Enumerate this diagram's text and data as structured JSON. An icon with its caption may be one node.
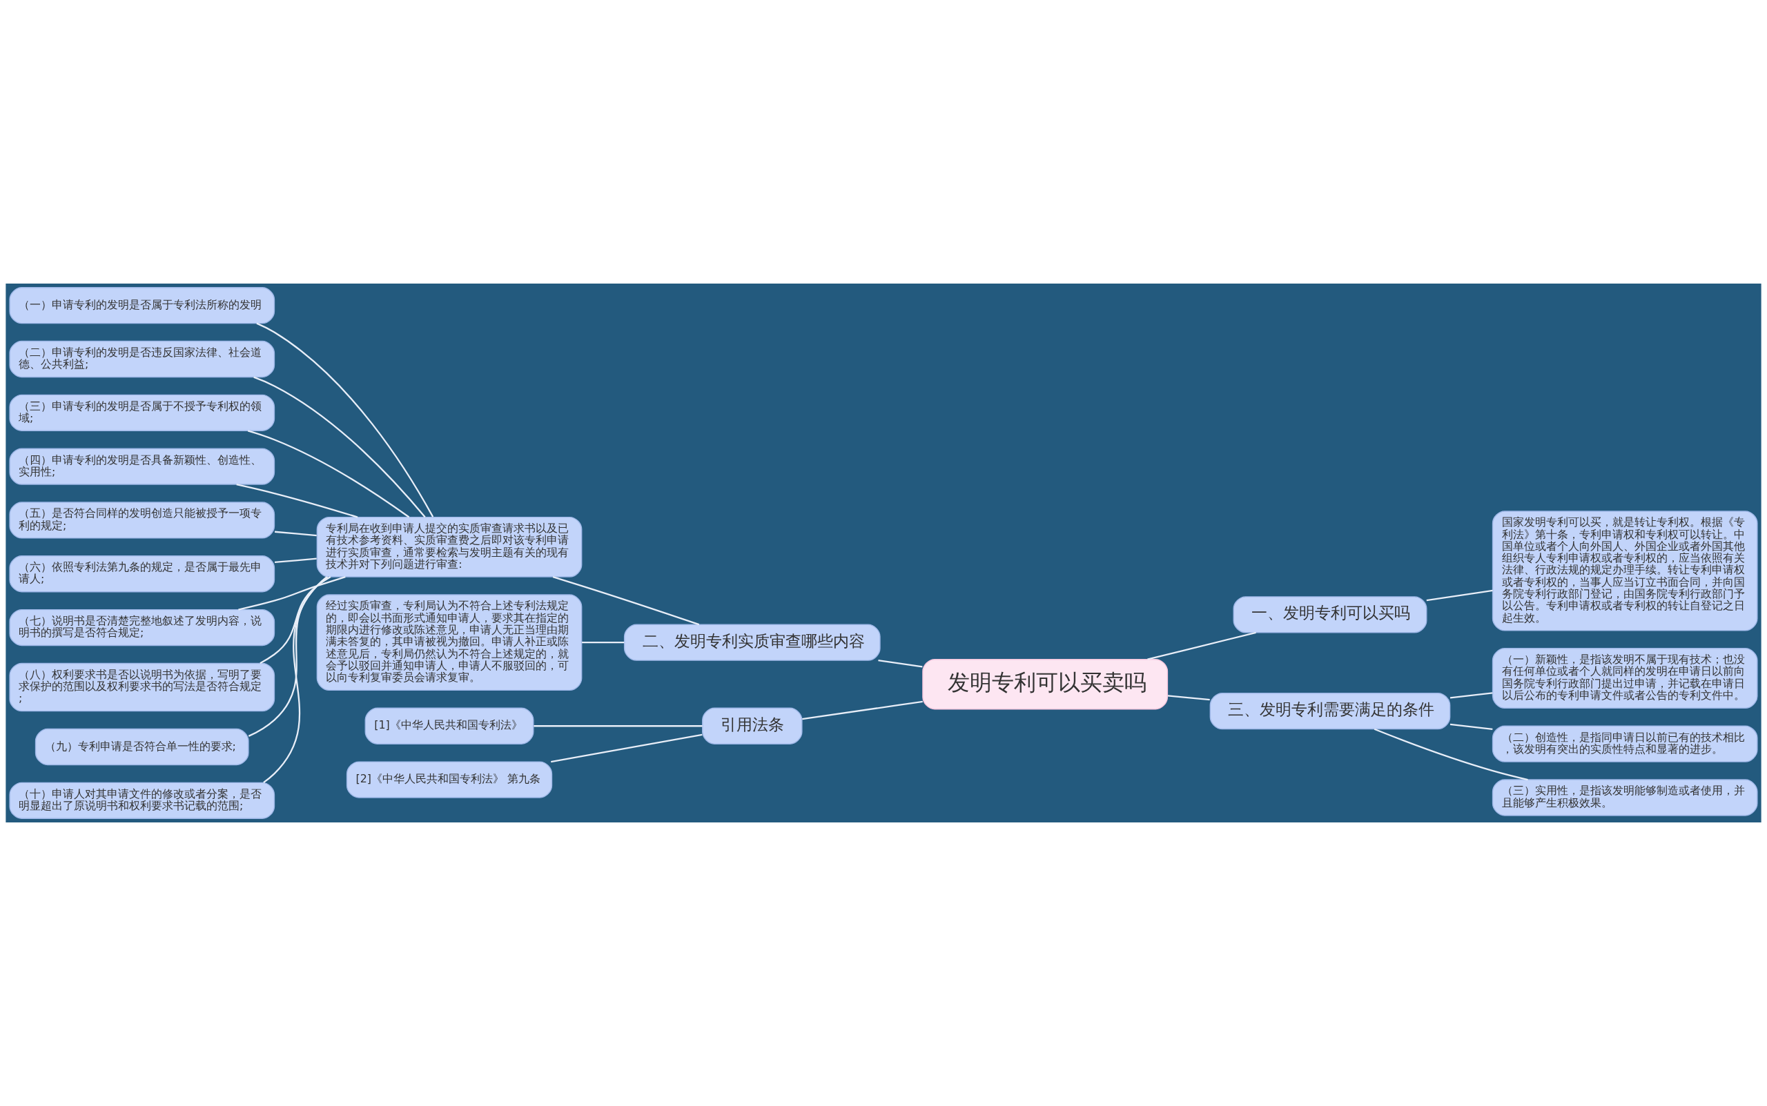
{
  "diagram": {
    "nodes": [
      {
        "text": [
          "发明专利可以买卖吗"
        ]
      },
      {
        "text": [
          "一、发明专利可以买吗"
        ]
      },
      {
        "text": [
          "国家发明专利可以买，就是转让专利权。根据《专利法》第十条，专利申请权和专利权可以转让。中国单位或者个人向外国人、外国企业或者外国其他组织专人专利申请权或者专利权的，应当依照有关法律、行政法规的规定办理手续。转让专利申请权或者专利权的，当事人应当订立书面合同，并向国务院专利行政部门登记，由国务院专利行政部门予以公告。专利申请权或者专利权的转让自登记之日起生效。"
        ]
      },
      {
        "text": [
          "二、发明专利实质审查哪些内容"
        ]
      },
      {
        "text": [
          "专利局在收到申请人提交的实质审查请求书以及已有技术参考资料、实质审查费之后即对该专利申请进行实质审查，通常要检索与发明主题有关的现有技术并对下列问题进行审查:"
        ]
      },
      {
        "text": [
          "（一）申请专利的发明是否属于专利法所称的发明"
        ]
      },
      {
        "text": [
          "（二）申请专利的发明是否违反国家法律、社会道德、公共利益;"
        ]
      },
      {
        "text": [
          "（三）申请专利的发明是否属于不授予专利权的领域;"
        ]
      },
      {
        "text": [
          "（四）申请专利的发明是否具备新颖性、创造性、实用性;"
        ]
      },
      {
        "text": [
          "（五）是否符合同样的发明创造只能被授予一项专利的规定;"
        ]
      },
      {
        "text": [
          "（六）依照专利法第九条的规定，是否属于最先申请人;"
        ]
      },
      {
        "text": [
          "（七）说明书是否清楚完整地叙述了发明内容，说明书的撰写是否符合规定;"
        ]
      },
      {
        "text": [
          "（八）权利要求书是否以说明书为依据，写明了要求保护的范围以及权利要求书的写法是否符合规定;"
        ]
      },
      {
        "text": [
          "（九）专利申请是否符合单一性的要求;"
        ]
      },
      {
        "text": [
          "（十）申请人对其申请文件的修改或者分案，是否明显超出了原说明书和权利要求书记载的范围;"
        ]
      },
      {
        "text": [
          "经过实质审查，专利局认为不符合上述专利法规定的，即会以书面形式通知申请人，要求其在指定的期限内进行修改或陈述意见，申请人无正当理由期满未答复的，其申请被视为撤回。申请人补正或陈述意见后，专利局仍然认为不符合上述规定的，就会予以驳回并通知申请人，申请人不服驳回的，可以向专利复审委员会请求复审。"
        ]
      },
      {
        "text": [
          "三、发明专利需要满足的条件"
        ]
      },
      {
        "text": [
          "（一）新颖性，是指该发明不属于现有技术；也没有任何单位或者个人就同样的发明在申请日以前向国务院专利行政部门提出过申请，并记载在申请日以后公布的专利申请文件或者公告的专利文件中。"
        ]
      },
      {
        "text": [
          "（二）创造性，是指同申请日以前已有的技术相比，该发明有突出的实质性特点和显著的进步。"
        ]
      },
      {
        "text": [
          "（三）实用性，是指该发明能够制造或者使用，并且能够产生积极效果。"
        ]
      },
      {
        "text": [
          "引用法条"
        ]
      },
      {
        "text": [
          "[1]《中华人民共和国专利法》"
        ]
      },
      {
        "text": [
          "[2]《中华人民共和国专利法》 第九条"
        ]
      }
    ],
    "edges": [
      {
        "from": 0,
        "to": 1,
        "arrow": "none"
      },
      {
        "from": 1,
        "to": 2,
        "arrow": "none"
      },
      {
        "from": 0,
        "to": 3,
        "arrow": "none"
      },
      {
        "from": 3,
        "to": 4,
        "arrow": "none"
      },
      {
        "from": 4,
        "to": 5,
        "arrow": "none"
      },
      {
        "from": 4,
        "to": 6,
        "arrow": "none"
      },
      {
        "from": 4,
        "to": 7,
        "arrow": "none"
      },
      {
        "from": 4,
        "to": 8,
        "arrow": "none"
      },
      {
        "from": 4,
        "to": 9,
        "arrow": "none"
      },
      {
        "from": 4,
        "to": 10,
        "arrow": "none"
      },
      {
        "from": 4,
        "to": 11,
        "arrow": "none"
      },
      {
        "from": 4,
        "to": 12,
        "arrow": "none"
      },
      {
        "from": 4,
        "to": 13,
        "arrow": "none"
      },
      {
        "from": 4,
        "to": 14,
        "arrow": "none"
      },
      {
        "from": 3,
        "to": 15,
        "arrow": "none"
      },
      {
        "from": 0,
        "to": 16,
        "arrow": "none"
      },
      {
        "from": 16,
        "to": 17,
        "arrow": "none"
      },
      {
        "from": 16,
        "to": 18,
        "arrow": "none"
      },
      {
        "from": 16,
        "to": 19,
        "arrow": "none"
      },
      {
        "from": 0,
        "to": 20,
        "arrow": "none"
      },
      {
        "from": 20,
        "to": 21,
        "arrow": "none"
      },
      {
        "from": 20,
        "to": 22,
        "arrow": "none"
      }
    ]
  }
}
